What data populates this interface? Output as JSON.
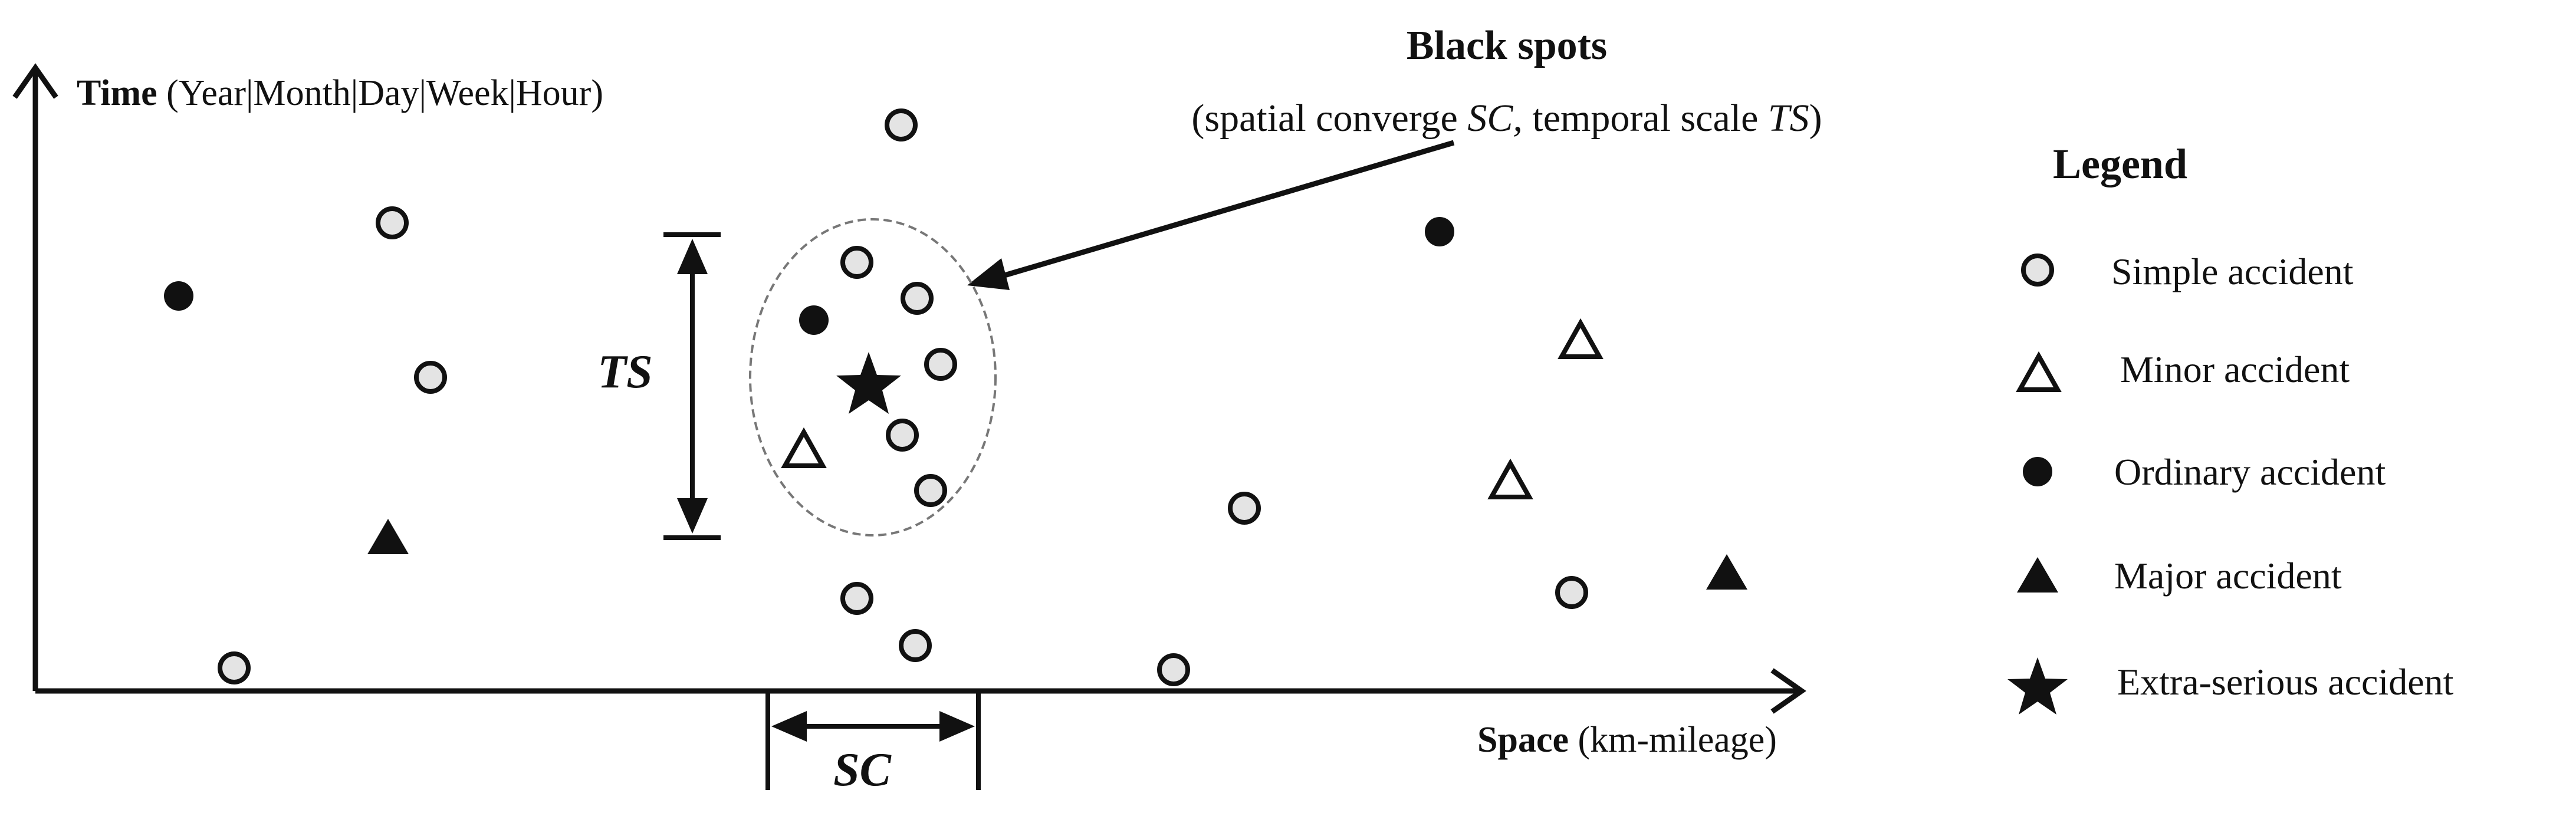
{
  "axes": {
    "time_label_bold": "Time",
    "time_label_rest": " (Year|Month|Day|Week|Hour)",
    "space_label_bold": "Space",
    "space_label_rest": " (km-mileage)"
  },
  "annotation": {
    "title": "Black spots",
    "subtitle_part1": "(spatial converge ",
    "subtitle_sc": "SC,",
    "subtitle_part2": " temporal scale ",
    "subtitle_ts": "TS",
    "subtitle_part3": ")",
    "ts_label": "TS",
    "sc_label": "SC"
  },
  "legend": {
    "title": "Legend",
    "items": [
      {
        "label": "Simple accident",
        "icon": "open-circle-icon"
      },
      {
        "label": "Minor accident",
        "icon": "open-triangle-icon"
      },
      {
        "label": "Ordinary accident",
        "icon": "filled-circle-icon"
      },
      {
        "label": "Major accident",
        "icon": "filled-triangle-icon"
      },
      {
        "label": "Extra-serious accident",
        "icon": "star-icon"
      }
    ]
  },
  "colors": {
    "ink": "#111111",
    "marker_fill_open": "#e4e4e4",
    "ellipse_stroke": "#777777"
  }
}
